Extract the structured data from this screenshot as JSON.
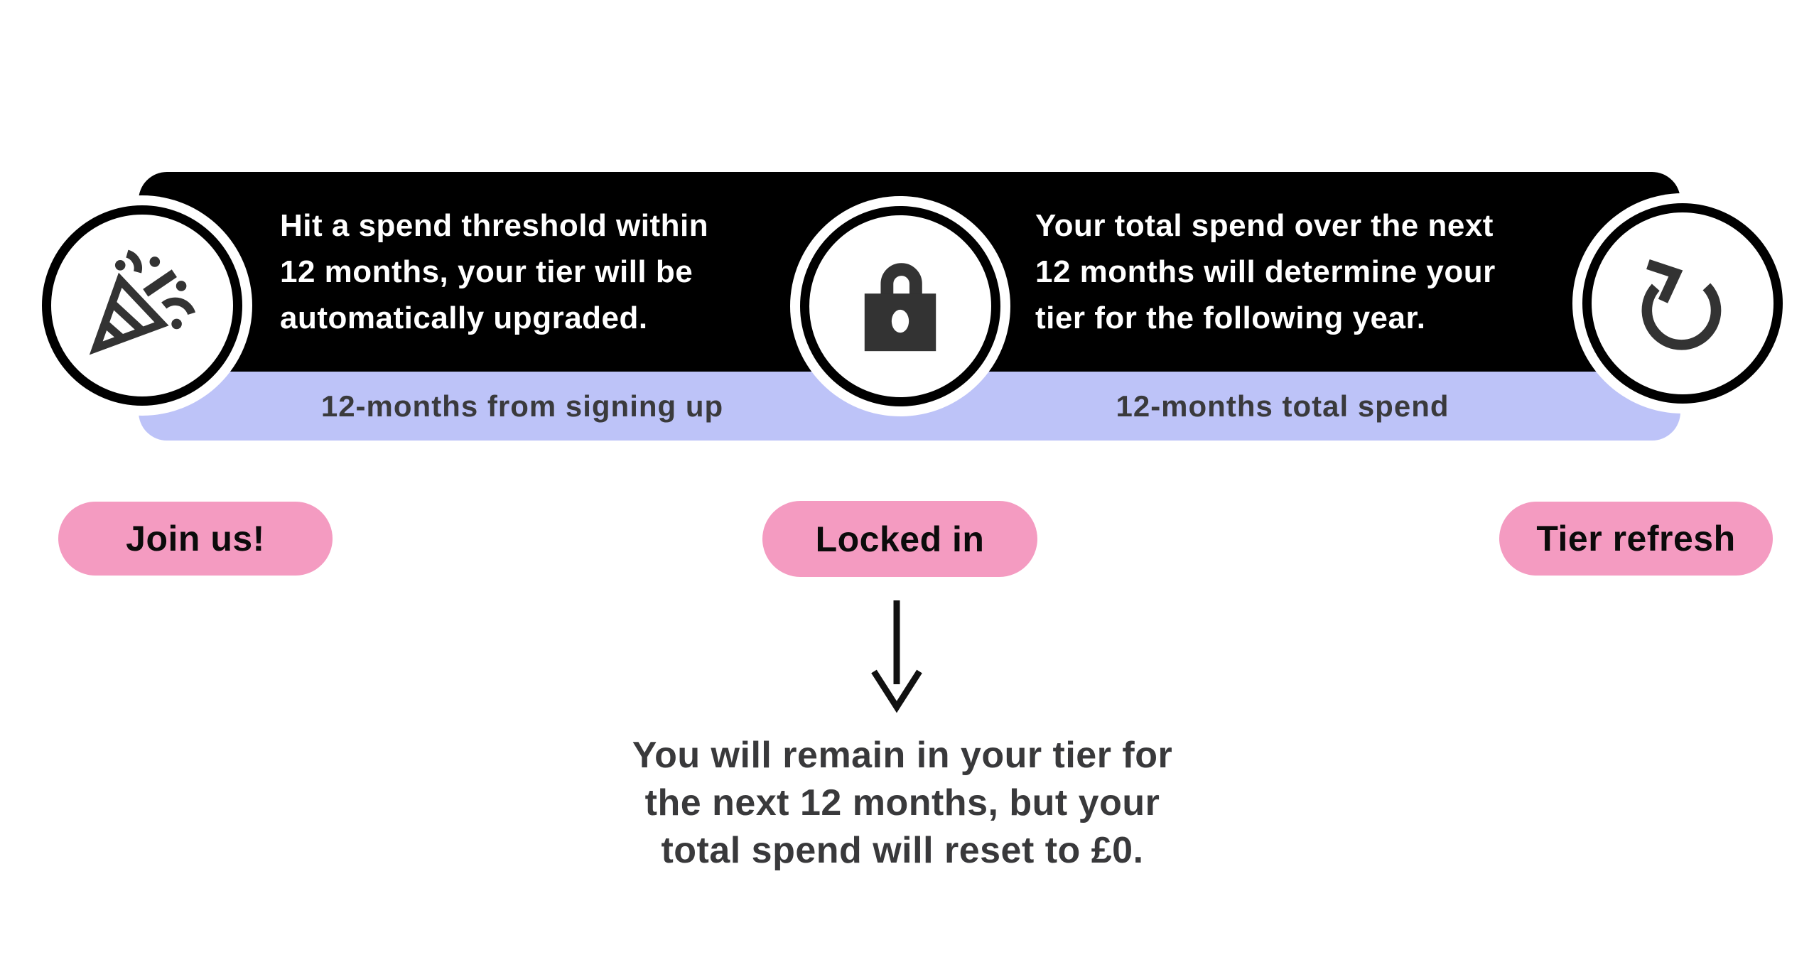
{
  "banner": {
    "left_message": {
      "lines": [
        "Hit a spend threshold within",
        "12 months, your tier will be",
        "automatically upgraded."
      ]
    },
    "right_message": {
      "lines": [
        "Your total spend over the next",
        "12 months will determine your",
        "tier for the following year."
      ]
    },
    "left_caption": "12-months from signing up",
    "right_caption": "12-months total spend"
  },
  "badges": {
    "join_label": "Join us!",
    "locked_label": "Locked in",
    "refresh_label": "Tier refresh"
  },
  "note": {
    "lines": [
      "You will remain in your tier for",
      "the next 12 months, but your",
      "total spend will reset to £0."
    ]
  },
  "icons": {
    "left": "party-popper-icon",
    "middle": "lock-icon",
    "right": "refresh-icon",
    "flow": "down-arrow-icon"
  },
  "colors": {
    "banner_bg": "#000000",
    "strip_bg": "#bdc3f8",
    "pill_bg": "#f49bc1",
    "text_dark": "#3a3a3c",
    "text_light": "#ffffff",
    "icon": "#333333",
    "canvas_bg": "#ffffff"
  }
}
